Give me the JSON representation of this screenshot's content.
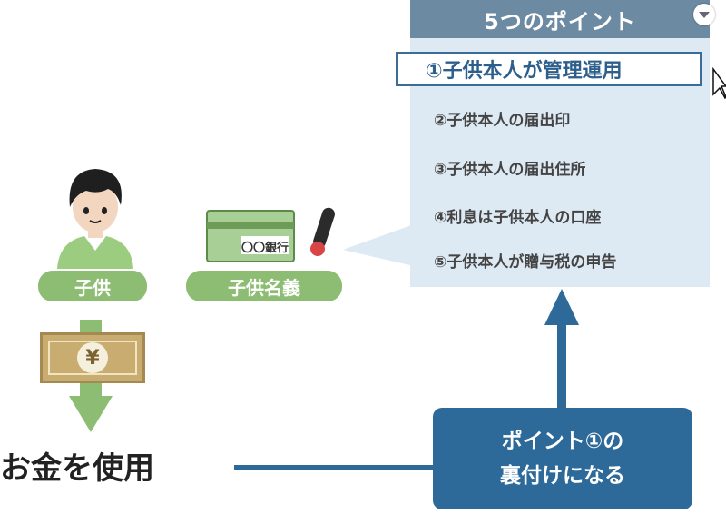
{
  "panel": {
    "title": "5つのポイント",
    "points": [
      "①子供本人が管理運用",
      "②子供本人の届出印",
      "③子供本人の届出住所",
      "④利息は子供本人の口座",
      "⑤子供本人が贈与税の申告"
    ]
  },
  "card_text": "〇〇銀行",
  "labels": {
    "child": "子供",
    "child_name": "子供名義",
    "use_money": "お金を使用"
  },
  "yen_symbol": "¥",
  "evidence": {
    "line1": "ポイント①の",
    "line2": "裏付けになる"
  },
  "colors": {
    "panel_bg": "#dde9f3",
    "panel_header": "#6d8aa3",
    "accent_blue": "#2d6a9a",
    "green": "#8cbd73",
    "money": "#c9ac6f"
  }
}
